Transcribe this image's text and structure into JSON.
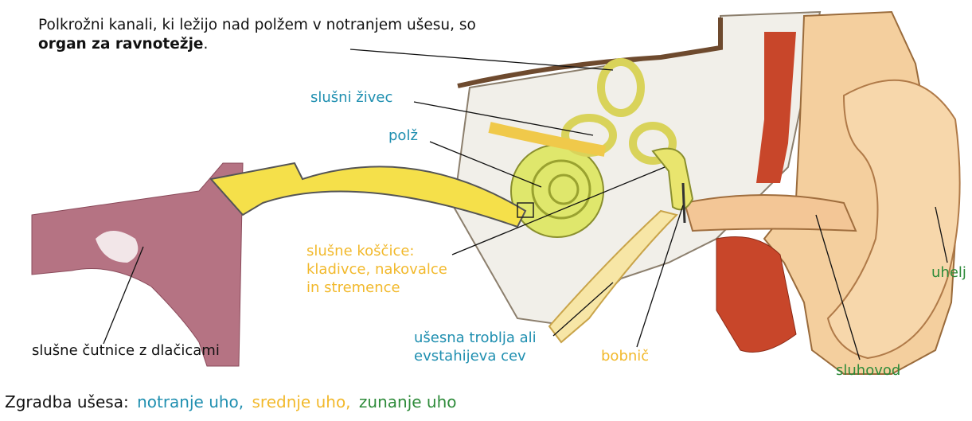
{
  "intro": {
    "text_before": "Polkrožni kanali, ki ležijo nad polžem v notranjem ušesu, so ",
    "bold": "organ za ravnotežje",
    "text_after": "."
  },
  "labels": {
    "slusni_zivec": "slušni živec",
    "polz": "polž",
    "koscice_1": "slušne koščice:",
    "koscice_2": "kladivce, nakovalce",
    "koscice_3": "in stremence",
    "cutnice": "slušne čutnice z dlačicami",
    "troblja_1": "ušesna troblja ali",
    "troblja_2": "evstahijeva cev",
    "bobnic": "bobnič",
    "sluhovod": "sluhovod",
    "uhelj": "uhelj"
  },
  "caption": {
    "prefix": "Zgradba ušesa:",
    "inner": "notranje uho,",
    "middle": "srednje uho,",
    "outer": "zunanje uho"
  },
  "colors": {
    "inner": "#1f8fb0",
    "middle": "#f2b92c",
    "outer": "#2e8b3a"
  }
}
